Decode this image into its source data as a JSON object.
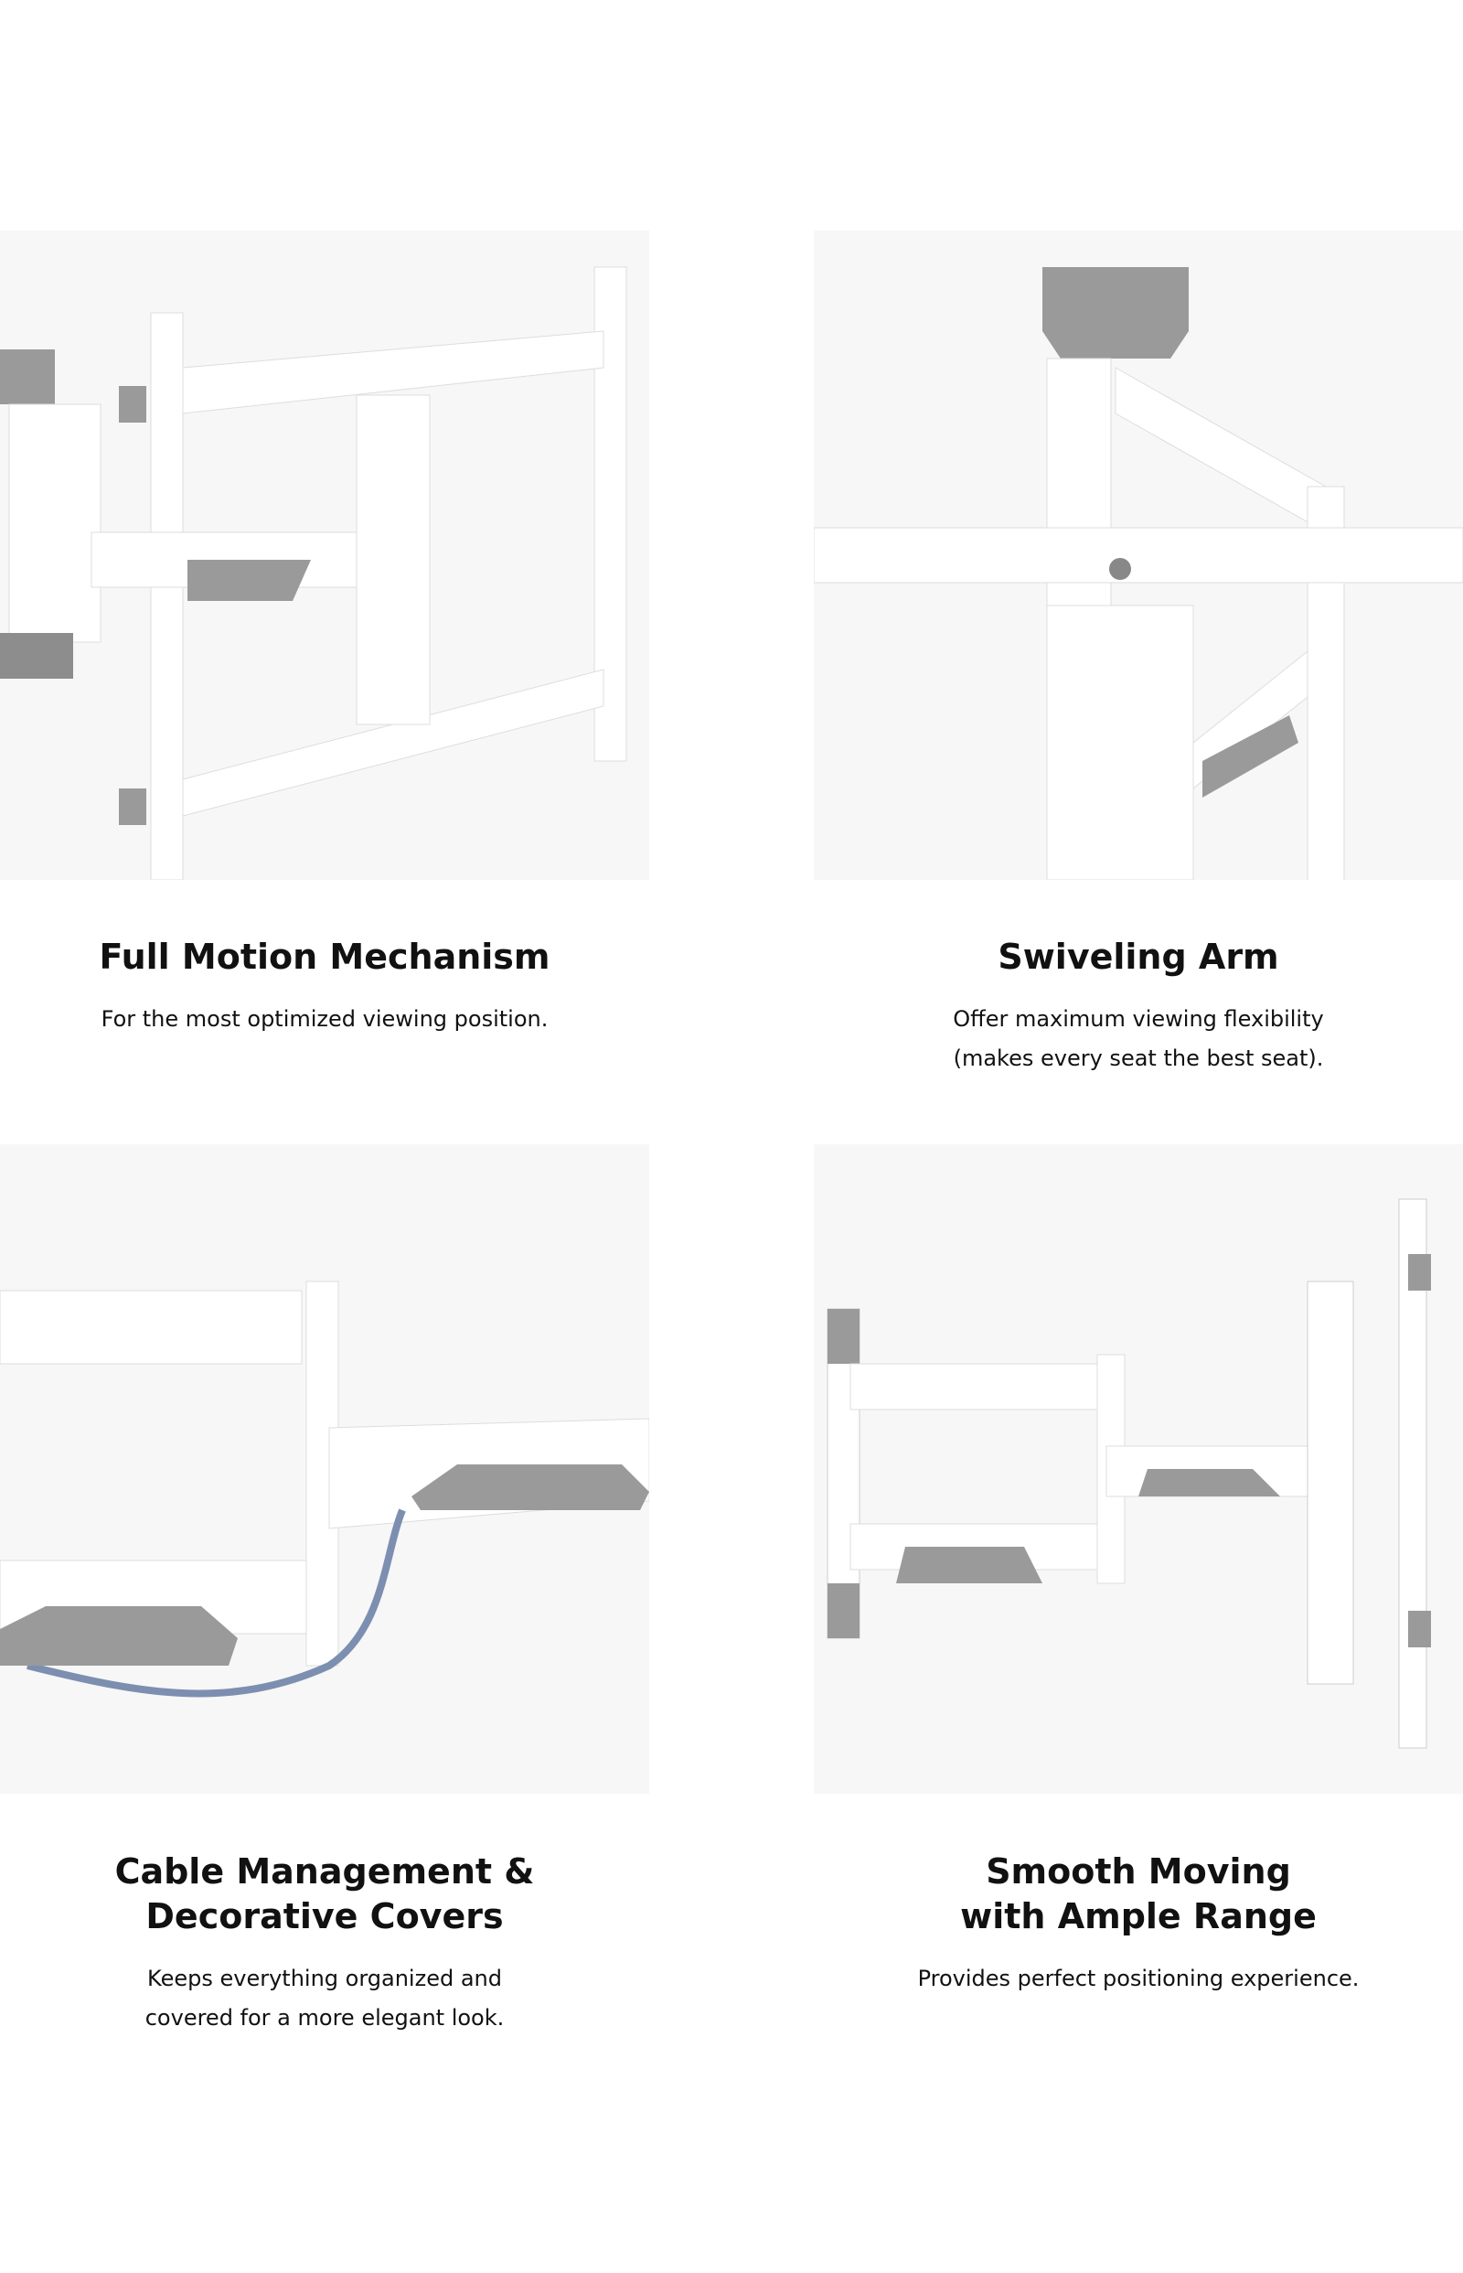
{
  "features": [
    {
      "title": "Full Motion Mechanism",
      "description_lines": [
        "For the most optimized viewing position."
      ]
    },
    {
      "title": "Swiveling Arm",
      "description_lines": [
        "Offer maximum viewing flexibility",
        "(makes every seat the best seat)."
      ]
    },
    {
      "title_lines": [
        "Cable Management &",
        "Decorative Covers"
      ],
      "description_lines": [
        "Keeps everything organized and",
        "covered for a more elegant look."
      ]
    },
    {
      "title_lines": [
        "Smooth Moving",
        "with Ample Range"
      ],
      "description_lines": [
        "Provides perfect positioning experience."
      ]
    }
  ],
  "colors": {
    "panel_bg": "#f7f7f7",
    "bracket": "#ffffff",
    "cover": "#9a9a9a",
    "cable": "#7d8fb0"
  }
}
